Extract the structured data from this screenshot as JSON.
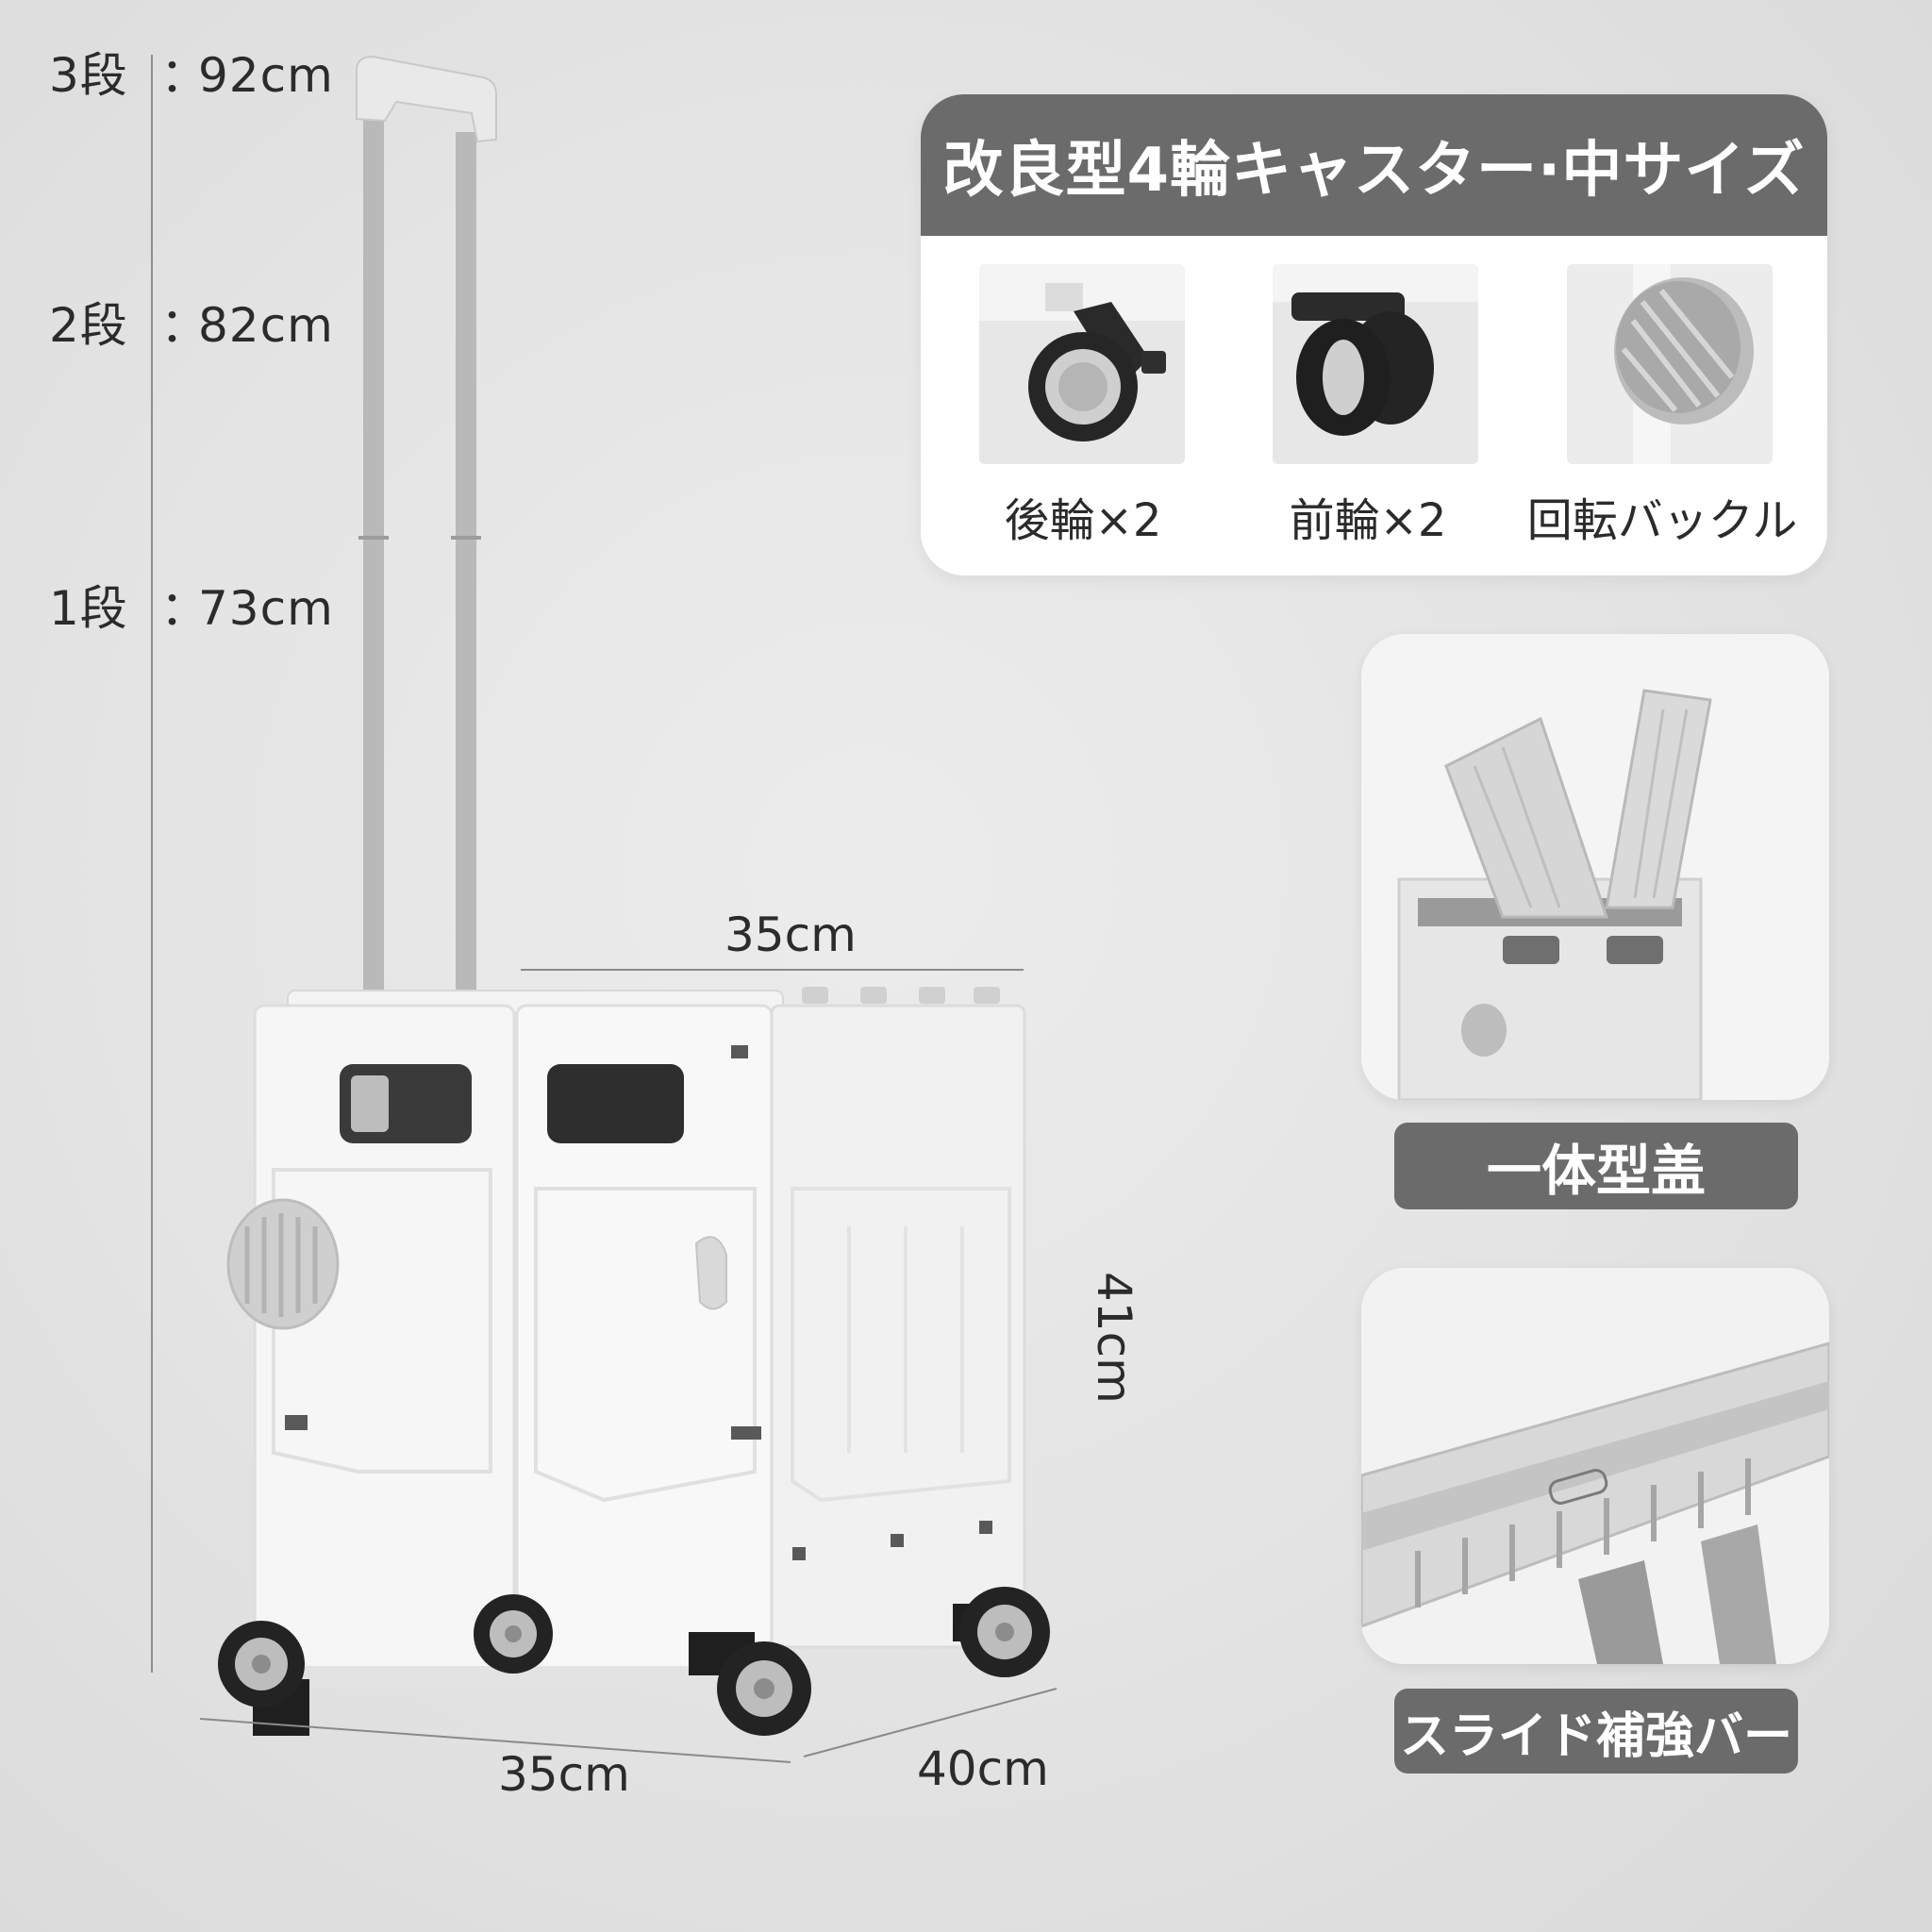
{
  "height_scale": [
    {
      "level": "3段",
      "sep": "：",
      "value": "92cm"
    },
    {
      "level": "2段",
      "sep": "：",
      "value": "82cm"
    },
    {
      "level": "1段",
      "sep": "：",
      "value": "73cm"
    }
  ],
  "dimensions": {
    "top_width": "35cm",
    "height": "41cm",
    "bottom_width": "35cm",
    "depth": "40cm"
  },
  "caster_card": {
    "title": "改良型4輪キャスター·中サイズ",
    "items": [
      {
        "label": "後輪×2",
        "icon": "rear-wheel-icon"
      },
      {
        "label": "前輪×2",
        "icon": "front-wheel-icon"
      },
      {
        "label": "回転バックル",
        "icon": "rotating-buckle-icon"
      }
    ]
  },
  "lid_feature": {
    "label": "一体型盖"
  },
  "bar_feature": {
    "label": "スライド補強バー"
  },
  "colors": {
    "background": "#e3e3e3",
    "card_header": "#6b6b6b",
    "pill": "#6b6b6b",
    "product_body": "#f7f7f7",
    "wheel": "#222222"
  }
}
